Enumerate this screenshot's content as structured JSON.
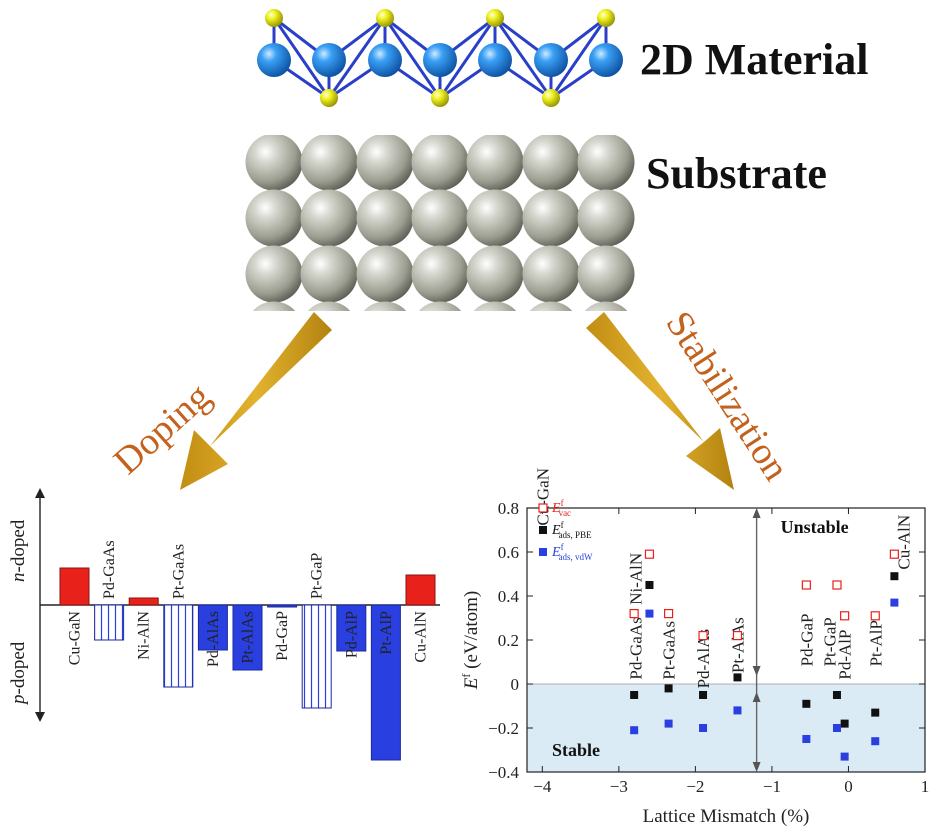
{
  "top": {
    "material_label": "2D Material",
    "substrate_label": "Substrate",
    "doping_label": "Doping",
    "stabilization_label": "Stabilization"
  },
  "colors": {
    "arrow": "#d5a21e",
    "arrow_text": "#c4611c",
    "red": "#e8211a",
    "blue": "#2a3fe0",
    "stable_fill": "#daebf5",
    "atom_blue": "#2a8de8",
    "atom_yellow": "#e6e820",
    "bond": "#2a3fc8",
    "sphere": "#a3a497"
  },
  "doping_chart": {
    "y_top_label_italic": "n",
    "y_top_label_rest": "-doped",
    "y_bottom_label_italic": "p",
    "y_bottom_label_rest": "-doped"
  },
  "chart_data": [
    {
      "type": "bar",
      "categories": [
        "Cu-GaN",
        "Pd-GaAs",
        "Ni-AlN",
        "Pt-GaAs",
        "Pd-AlAs",
        "Pt-AlAs",
        "Pd-GaP",
        "Pt-GaP",
        "Pd-AlP",
        "Pt-AlP",
        "Cu-AlN"
      ],
      "values": [
        0.37,
        -0.35,
        0.07,
        -0.82,
        -0.45,
        -0.65,
        -0.02,
        -1.03,
        -0.46,
        -1.55,
        0.3
      ],
      "styles": [
        "red",
        "hatch",
        "red",
        "hatch",
        "blue",
        "blue",
        "blue",
        "hatch",
        "blue",
        "blue",
        "red"
      ],
      "label_side": [
        "below",
        "above",
        "below",
        "above",
        "below",
        "below",
        "below",
        "above",
        "below",
        "below",
        "below"
      ]
    },
    {
      "type": "scatter",
      "xlabel": "Lattice Mismatch (%)",
      "ylabel_main": "E",
      "ylabel_sup": "f",
      "ylabel_unit": " (eV/atom)",
      "xlim": [
        -4.2,
        1.0
      ],
      "ylim": [
        -0.4,
        0.8
      ],
      "xticks": [
        -4,
        -3,
        -2,
        -1,
        0,
        1
      ],
      "yticks": [
        0.8,
        0.6,
        0.4,
        0.2,
        0,
        -0.2,
        -0.4
      ],
      "xtick_labels": [
        "−4",
        "−3",
        "−2",
        "−1",
        "0",
        "1"
      ],
      "ytick_labels": [
        "0.8",
        "0.6",
        "0.4",
        "0.2",
        "0",
        "−0.2",
        "−0.4"
      ],
      "divider_x": -1.2,
      "regions": {
        "unstable": "Unstable",
        "stable": "Stable"
      },
      "legend": [
        {
          "main": "E",
          "sup": "f",
          "sub": "vac",
          "color": "#e8211a",
          "marker": "open"
        },
        {
          "main": "E",
          "sup": "f",
          "sub": "ads, PBE",
          "color": "#111111",
          "marker": "filled"
        },
        {
          "main": "E",
          "sup": "f",
          "sub": "ads, vdW",
          "color": "#2a3fe0",
          "marker": "filled"
        }
      ],
      "series": [
        {
          "name": "vac",
          "points": [
            [
              -2.8,
              0.32
            ],
            [
              -2.6,
              0.59
            ],
            [
              -2.35,
              0.32
            ],
            [
              -1.9,
              0.22
            ],
            [
              -1.45,
              0.22
            ],
            [
              -0.55,
              0.45
            ],
            [
              -0.15,
              0.45
            ],
            [
              -0.05,
              0.31
            ],
            [
              0.35,
              0.31
            ],
            [
              0.6,
              0.59
            ]
          ]
        },
        {
          "name": "ads_pbe",
          "points": [
            [
              -2.8,
              -0.05
            ],
            [
              -2.6,
              0.45
            ],
            [
              -2.35,
              -0.02
            ],
            [
              -1.9,
              -0.05
            ],
            [
              -1.45,
              0.03
            ],
            [
              -0.55,
              -0.09
            ],
            [
              -0.15,
              -0.05
            ],
            [
              -0.05,
              -0.18
            ],
            [
              0.35,
              -0.13
            ],
            [
              0.6,
              0.49
            ]
          ]
        },
        {
          "name": "ads_vdw",
          "points": [
            [
              -2.8,
              -0.21
            ],
            [
              -2.6,
              0.32
            ],
            [
              -2.35,
              -0.18
            ],
            [
              -1.9,
              -0.2
            ],
            [
              -1.45,
              -0.12
            ],
            [
              -0.55,
              -0.25
            ],
            [
              -0.15,
              -0.2
            ],
            [
              -0.05,
              -0.33
            ],
            [
              0.35,
              -0.26
            ],
            [
              0.6,
              0.37
            ]
          ]
        }
      ],
      "material_labels": [
        {
          "text": "Cu-GaN",
          "x": -4.0,
          "y": 0.72
        },
        {
          "text": "Pd-GaAs",
          "x": -2.78,
          "y": 0.02
        },
        {
          "text": "Ni-AlN",
          "x": -2.78,
          "y": 0.36
        },
        {
          "text": "Pt-GaAs",
          "x": -2.35,
          "y": 0.02
        },
        {
          "text": "Pd-AlAs",
          "x": -1.9,
          "y": -0.02
        },
        {
          "text": "Pt-AlAs",
          "x": -1.45,
          "y": 0.05
        },
        {
          "text": "Pd-GaP",
          "x": -0.55,
          "y": 0.08
        },
        {
          "text": "Pt-GaP",
          "x": -0.25,
          "y": 0.08
        },
        {
          "text": "Pd-AlP",
          "x": -0.05,
          "y": 0.02
        },
        {
          "text": "Pt-AlP",
          "x": 0.35,
          "y": 0.08
        },
        {
          "text": "Cu-AlN",
          "x": 0.72,
          "y": 0.52
        }
      ]
    }
  ]
}
